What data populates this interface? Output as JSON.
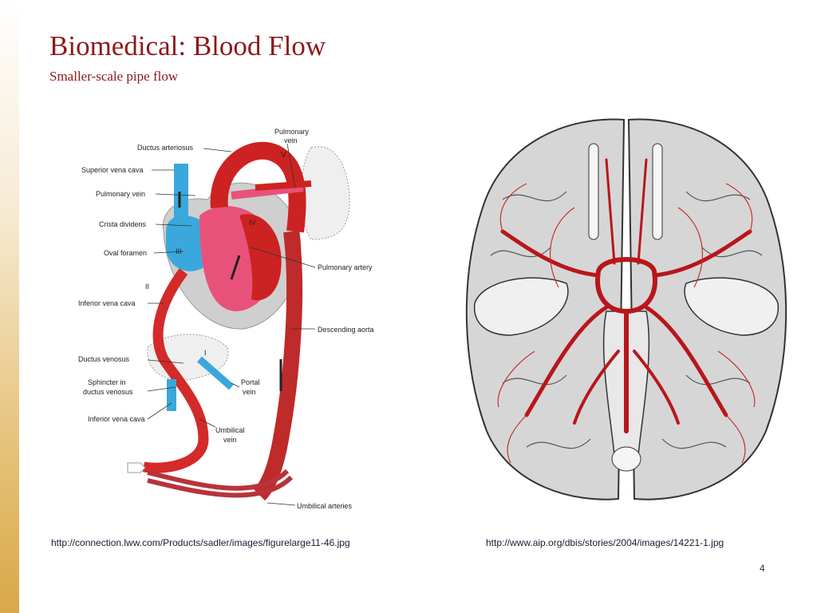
{
  "slide": {
    "title": "Biomedical: Blood Flow",
    "subtitle": "Smaller-scale pipe flow",
    "page_number": "4"
  },
  "heart_figure": {
    "labels": {
      "ductus_arteriosus": "Ductus arteriosus",
      "superior_vena_cava": "Superior vena cava",
      "pulmonary_vein_left": "Pulmonary vein",
      "crista_dividens": "Crista dividens",
      "oval_foramen": "Oval foramen",
      "inferior_vena_cava_top": "Inferior vena cava",
      "ductus_venosus": "Ductus venosus",
      "sphincter_line1": "Sphincter in",
      "sphincter_line2": "ductus venosus",
      "inferior_vena_cava_bottom": "Inferior vena cava",
      "pulmonary_vein_top_line1": "Pulmonary",
      "pulmonary_vein_top_line2": "vein",
      "pulmonary_artery": "Pulmonary artery",
      "descending_aorta": "Descending aorta",
      "portal_vein_line1": "Portal",
      "portal_vein_line2": "vein",
      "umbilical_vein_line1": "Umbilical",
      "umbilical_vein_line2": "vein",
      "umbilical_arteries": "Umbilical arteries",
      "roman_v": "V",
      "roman_iv": "IV",
      "roman_iii": "III",
      "roman_ii": "II",
      "roman_i": "I"
    },
    "caption": "http://connection.lww.com/Products/sadler/images/figurelarge11-46.jpg"
  },
  "brain_figure": {
    "caption": "http://www.aip.org/dbis/stories/2004/images/14221-1.jpg"
  },
  "colors": {
    "title": "#8b1a1a",
    "artery_red": "#d42a2a",
    "vein_blue": "#3aa8dc",
    "heart_pink": "#e8527a",
    "brain_gray": "#d6d6d6",
    "accent_gold": "#d9a848"
  }
}
